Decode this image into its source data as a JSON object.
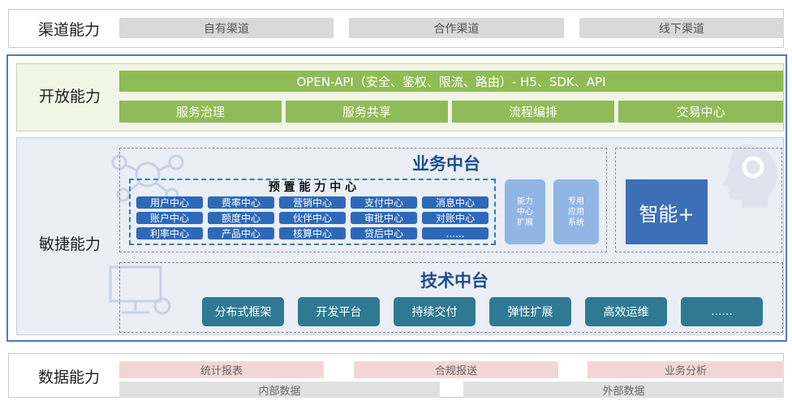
{
  "channel": {
    "label": "渠道能力",
    "items": [
      "自有渠道",
      "合作渠道",
      "线下渠道"
    ]
  },
  "open": {
    "label": "开放能力",
    "api_line": "OPEN-API（安全、鉴权、限流、路由）- H5、SDK、API",
    "items": [
      "服务治理",
      "服务共享",
      "流程编排",
      "交易中心"
    ]
  },
  "agile": {
    "label": "敏捷能力",
    "business_title": "业务中台",
    "preset_title": "预 置 能 力 中 心",
    "capabilities": [
      [
        "用户中心",
        "费率中心",
        "营销中心",
        "支付中心",
        "消息中心"
      ],
      [
        "账户中心",
        "额度中心",
        "伙伴中心",
        "审批中心",
        "对账中心"
      ],
      [
        "利率中心",
        "产品中心",
        "核算中心",
        "贷后中心",
        "......"
      ]
    ],
    "ext_capability": "能力\n中心\n扩展",
    "dedicated_system": "专用\n应用\n系统",
    "smart": "智能+",
    "tech_title": "技术中台",
    "tech_items": [
      "分布式框架",
      "开发平台",
      "持续交付",
      "弹性扩展",
      "高效运维",
      "......"
    ]
  },
  "data": {
    "label": "数据能力",
    "top_items": [
      "统计报表",
      "合规报送",
      "业务分析"
    ],
    "bottom_items": [
      "内部数据",
      "外部数据"
    ]
  },
  "colors": {
    "open_bg": "#f1f5e6",
    "agile_bg": "#eaeef5",
    "frame": "#4a7cc0",
    "green": "#8fbc56",
    "blue": "#2e69b8",
    "teal": "#2f7a92"
  }
}
